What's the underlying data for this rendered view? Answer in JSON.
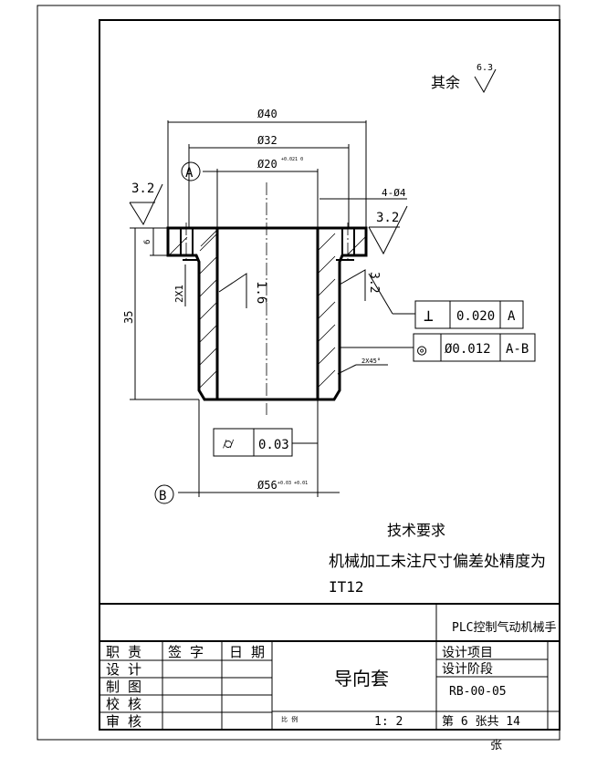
{
  "roughness_general": {
    "label": "其余",
    "value": "6.3"
  },
  "dimensions": {
    "d40": "Ø40",
    "d32": "Ø32",
    "d20": "Ø20",
    "d20_tol": "+0.021 0",
    "holes": "4-Ø4",
    "d56": "Ø56",
    "d56_tol": "+0.03 +0.01",
    "h35": "35",
    "h6": "6",
    "groove": "2X1",
    "chamfer": "2X45°"
  },
  "roughness_marks": {
    "top_left": "3.2",
    "top_right": "3.2",
    "inner": "1.6",
    "outer_right": "3.2"
  },
  "datums": {
    "a": "A",
    "b": "B"
  },
  "tolerances": {
    "perpendicularity": {
      "symbol": "⊥",
      "value": "0.020",
      "datum": "A"
    },
    "coaxiality": {
      "symbol": "◎",
      "value": "Ø0.012",
      "datum": "A-B"
    },
    "cylindricity": {
      "symbol": "⌭",
      "value": "0.03"
    }
  },
  "tech_requirements": {
    "title": "技术要求",
    "line1": "机械加工未注尺寸偏差处精度为",
    "line2": "IT12"
  },
  "title_block": {
    "project_name": "PLC控制气动机械手",
    "roles": [
      "职 责",
      "设 计",
      "制 图",
      "校 核",
      "审 核"
    ],
    "col_sign": "签 字",
    "col_date": "日 期",
    "part_name": "导向套",
    "design_project": "设计项目",
    "design_stage": "设计阶段",
    "drawing_no": "RB-00-05",
    "scale_label": "比 例",
    "scale": "1: 2",
    "sheet_text": "第 6 张共 14",
    "sheet_unit": "张"
  }
}
